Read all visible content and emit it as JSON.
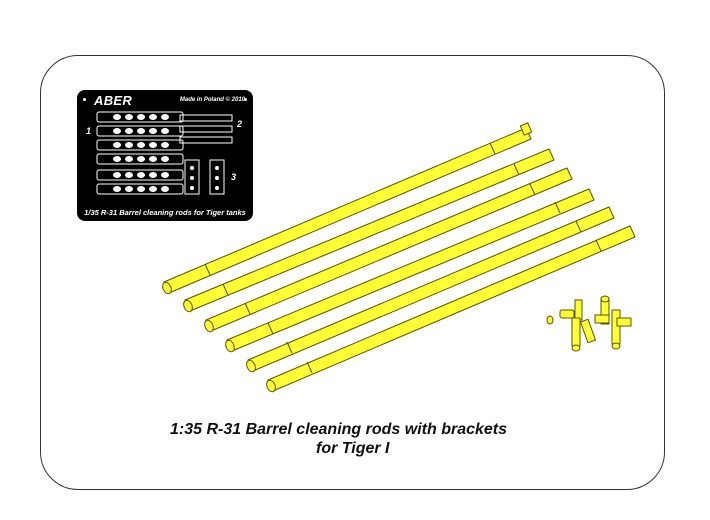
{
  "sheet": {
    "brand": "ABER",
    "made_in": "Made in Poland  © 2010",
    "title": "1/35 R-31  Barrel cleaning rods for Tiger tanks",
    "part_numbers": [
      "1",
      "2",
      "3"
    ]
  },
  "caption": {
    "line1": "1:35 R-31    Barrel cleaning rods with brackets",
    "line2": "for Tiger I"
  },
  "colors": {
    "rod_fill": "#ffff33",
    "rod_outline": "#555500",
    "sheet_bg": "#000000",
    "frame": "#333333"
  }
}
